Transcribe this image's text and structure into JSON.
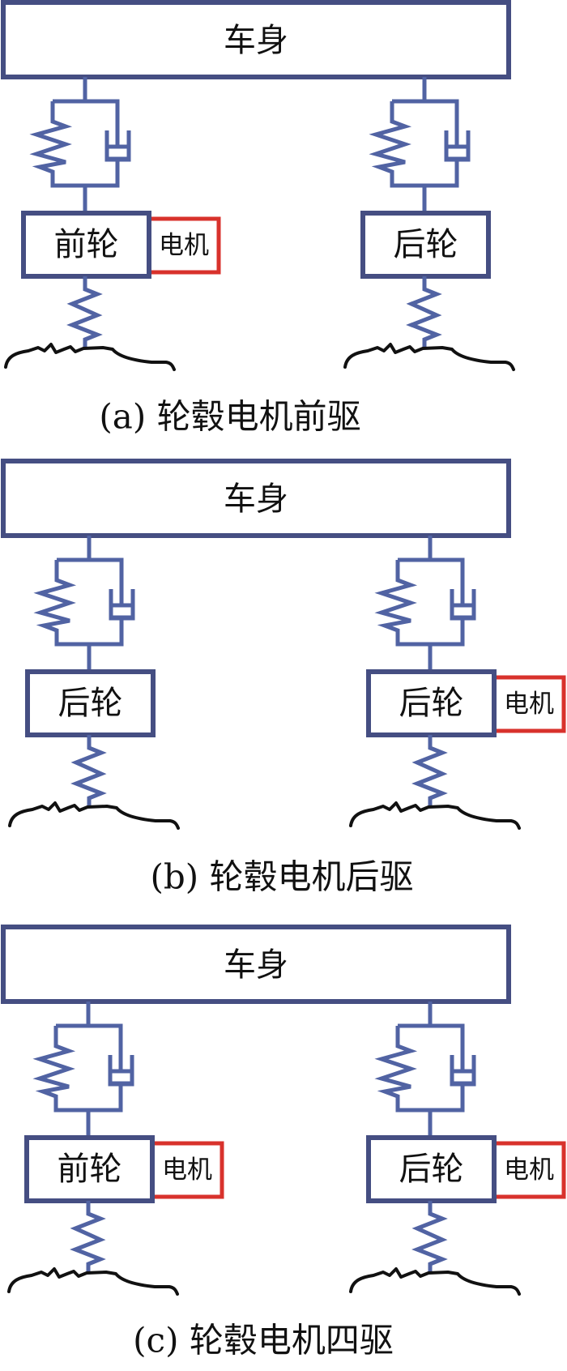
{
  "figure": {
    "panels": [
      {
        "id": "a",
        "body_label": "车身",
        "front": {
          "wheel_label": "前轮",
          "has_motor": true,
          "motor_label": "电机"
        },
        "rear": {
          "wheel_label": "后轮",
          "has_motor": false,
          "motor_label": ""
        },
        "caption": "(a) 轮毂电机前驱"
      },
      {
        "id": "b",
        "body_label": "车身",
        "front": {
          "wheel_label": "后轮",
          "has_motor": false,
          "motor_label": ""
        },
        "rear": {
          "wheel_label": "后轮",
          "has_motor": true,
          "motor_label": "电机"
        },
        "caption": "(b) 轮毂电机后驱"
      },
      {
        "id": "c",
        "body_label": "车身",
        "front": {
          "wheel_label": "前轮",
          "has_motor": true,
          "motor_label": "电机"
        },
        "rear": {
          "wheel_label": "后轮",
          "has_motor": true,
          "motor_label": "电机"
        },
        "caption": "(c) 轮毂电机四驱"
      }
    ],
    "colors": {
      "frame_blue": "#454e82",
      "link_blue": "#5163a3",
      "motor_red": "#d8322c",
      "ground": "#111111"
    }
  }
}
